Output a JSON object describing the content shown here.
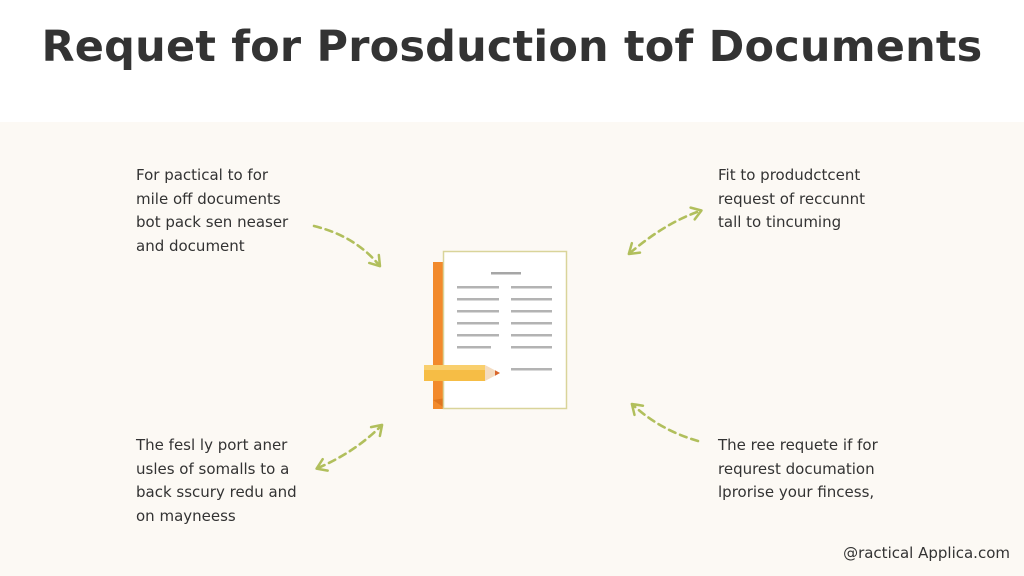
{
  "title": "Requet for Prosduction tof Documents",
  "notes": {
    "top_left": [
      "For pactical to for",
      "mile off documents",
      "bot pack sen neaser",
      "and document"
    ],
    "top_right": [
      "Fit to produdctcent",
      "request of reccunnt",
      "tall to tincuming"
    ],
    "bottom_left": [
      "The fesl ly port aner",
      "usles of somalls to a",
      "back sscury redu and",
      "on mayneess"
    ],
    "bottom_right": [
      "The ree requete if for",
      "requrest documation",
      "lprorise your fincess,"
    ]
  },
  "footer": "@ractical Applica.com",
  "icons": {
    "center": "document-with-pencil-icon",
    "arrows": "dashed-arrow-icon"
  },
  "colors": {
    "arrow": "#b1bf5c",
    "accent_orange": "#f28a2c",
    "pencil_yellow": "#f6bd45",
    "panel_background": "#fcf9f4"
  }
}
